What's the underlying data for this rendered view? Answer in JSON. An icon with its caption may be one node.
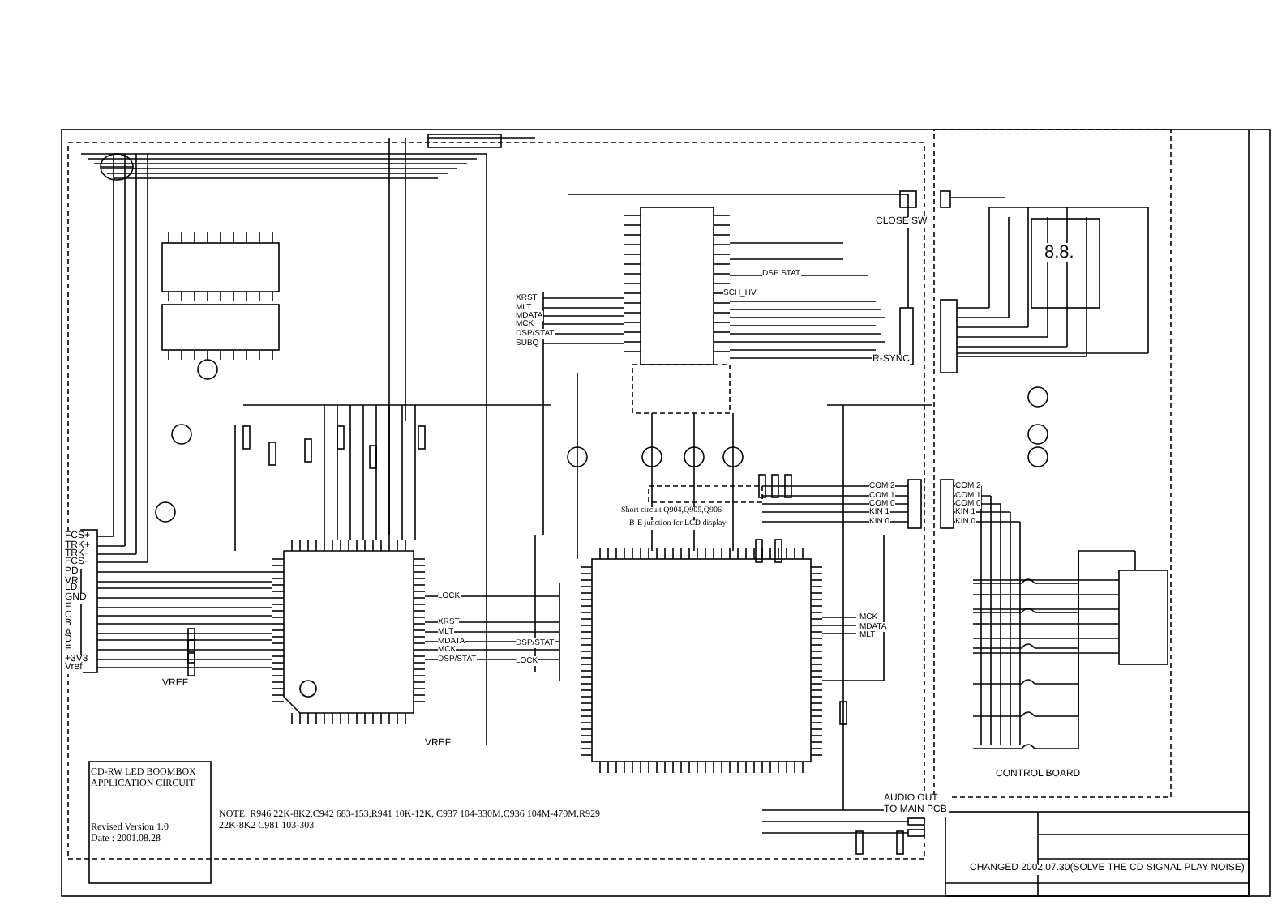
{
  "diagram": {
    "labels": [
      "FCS+",
      "TRK+",
      "TRK-",
      "FCS-",
      "PD",
      "VR",
      "LD",
      "GND",
      "F",
      "C",
      "B",
      "A",
      "D",
      "E",
      "+3V3",
      "Vref",
      "VREF",
      "VREF",
      "LOCK",
      "XRST",
      "MLT",
      "MDATA",
      "MCK",
      "DSP/STAT",
      "DSP/STAT",
      "LOCK",
      "XRST",
      "MLT",
      "MDATA",
      "MCK",
      "DSP/STAT",
      "SUBQ",
      "DSP STAT",
      "SCH_HV",
      "CLOSE SW",
      "R-SYNC",
      "Short circuit Q904,Q905,Q906",
      "B-E junction for LCD display",
      "COM 2",
      "COM 1",
      "COM 0",
      "KIN 1",
      "KIN 0",
      "MCK",
      "MDATA",
      "MLT",
      "AUDIO OUT TO MAIN PCB",
      "COM 2",
      "COM 1",
      "COM 0",
      "KIN 1",
      "KIN 0",
      "8.8.",
      "CONTROL BOARD",
      "CD-RW LED BOOMBOX APPLICATION CIRCUIT",
      "Revised Version 1.0",
      "Date : 2001.08.28",
      "NOTE: R946 22K-8K2,C942 683-153,R941 10K-12K, C937 104-330M,C936 104M-470M,R929 22K-8K2 C981 103-303",
      "CHANGED 2002.07.30(SOLVE THE CD SIGNAL PLAY NOISE)"
    ]
  }
}
